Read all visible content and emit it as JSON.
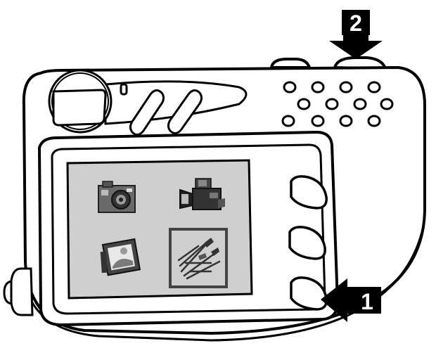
{
  "callouts": [
    {
      "id": "callout-1",
      "label": "1",
      "target": "lower-side-button"
    },
    {
      "id": "callout-2",
      "label": "2",
      "target": "top-shutter-button"
    }
  ],
  "screen": {
    "menu_icons": [
      {
        "icon": "camera-icon",
        "selected": false
      },
      {
        "icon": "video-camera-icon",
        "selected": false
      },
      {
        "icon": "photo-frame-icon",
        "selected": false
      },
      {
        "icon": "setup-tools-icon",
        "selected": true
      }
    ]
  },
  "colors": {
    "line": "#000000",
    "screen_bg": "#cfcfcf",
    "body_fill": "#ffffff",
    "selection_frame": "#444444"
  }
}
